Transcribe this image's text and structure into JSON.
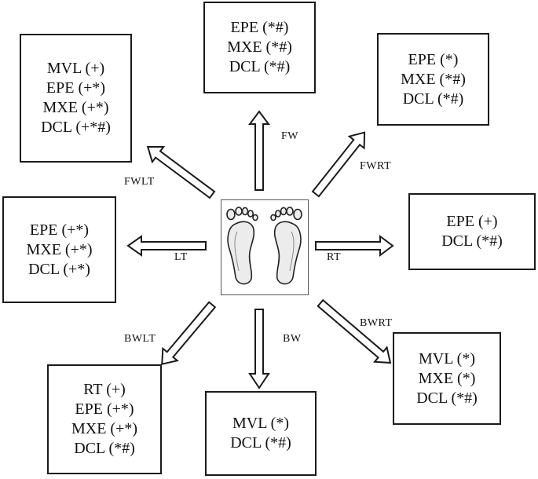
{
  "directions": {
    "fw": {
      "label": "FW",
      "lines": [
        "EPE (*#)",
        "MXE (*#)",
        "DCL (*#)"
      ]
    },
    "fwrt": {
      "label": "FWRT",
      "lines": [
        "EPE (*)",
        "MXE (*#)",
        "DCL (*#)"
      ]
    },
    "rt": {
      "label": "RT",
      "lines": [
        "EPE (+)",
        "DCL (*#)"
      ]
    },
    "bwrt": {
      "label": "BWRT",
      "lines": [
        "MVL (*)",
        "MXE (*)",
        "DCL (*#)"
      ]
    },
    "bw": {
      "label": "BW",
      "lines": [
        "MVL (*)",
        "DCL (*#)"
      ]
    },
    "bwlt": {
      "label": "BWLT",
      "lines": [
        "RT (+)",
        "EPE (+*)",
        "MXE (+*)",
        "DCL (*#)"
      ]
    },
    "lt": {
      "label": "LT",
      "lines": [
        "EPE (+*)",
        "MXE (+*)",
        "DCL (+*)"
      ]
    },
    "fwlt": {
      "label": "FWLT",
      "lines": [
        "MVL (+)",
        "EPE (+*)",
        "MXE (+*)",
        "DCL (+*#)"
      ]
    }
  },
  "center": {
    "icon": "feet-icon"
  }
}
